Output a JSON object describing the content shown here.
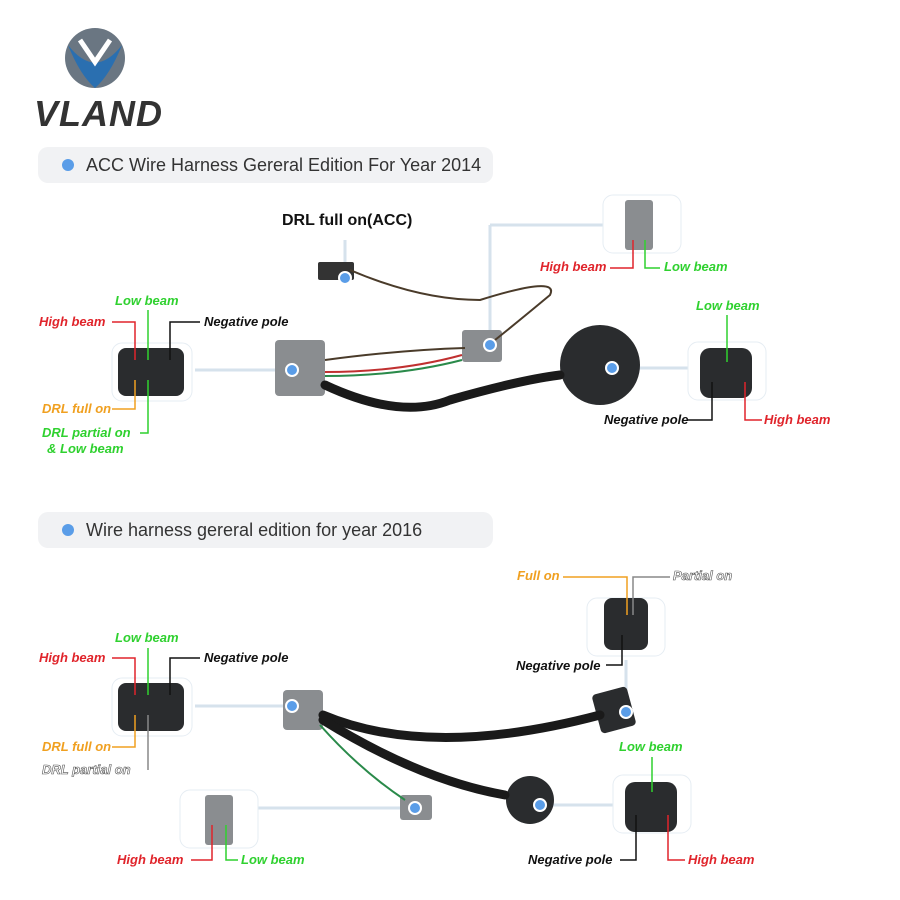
{
  "brand": {
    "name": "VLAND"
  },
  "section1": {
    "title": "ACC Wire Harness Gereral Edition For Year 2014",
    "drl_title": "DRL full on(ACC)",
    "left": {
      "high": "High beam",
      "low": "Low beam",
      "neg": "Negative pole",
      "drl_full": "DRL full on",
      "drl_partial": "DRL partial on",
      "and_low": "& Low beam"
    },
    "top_right": {
      "high": "High beam",
      "low": "Low beam"
    },
    "right": {
      "low": "Low beam",
      "neg": "Negative pole",
      "high": "High beam"
    }
  },
  "section2": {
    "title": "Wire harness gereral edition for year 2016",
    "left": {
      "high": "High beam",
      "low": "Low beam",
      "neg": "Negative pole",
      "drl_full": "DRL full on",
      "drl_partial": "DRL partial on"
    },
    "top_right": {
      "full": "Full on",
      "partial": "Partial on",
      "neg": "Negative pole"
    },
    "bottom_left": {
      "high": "High beam",
      "low": "Low beam"
    },
    "bottom_right": {
      "low": "Low beam",
      "neg": "Negative pole",
      "high": "High beam"
    }
  }
}
